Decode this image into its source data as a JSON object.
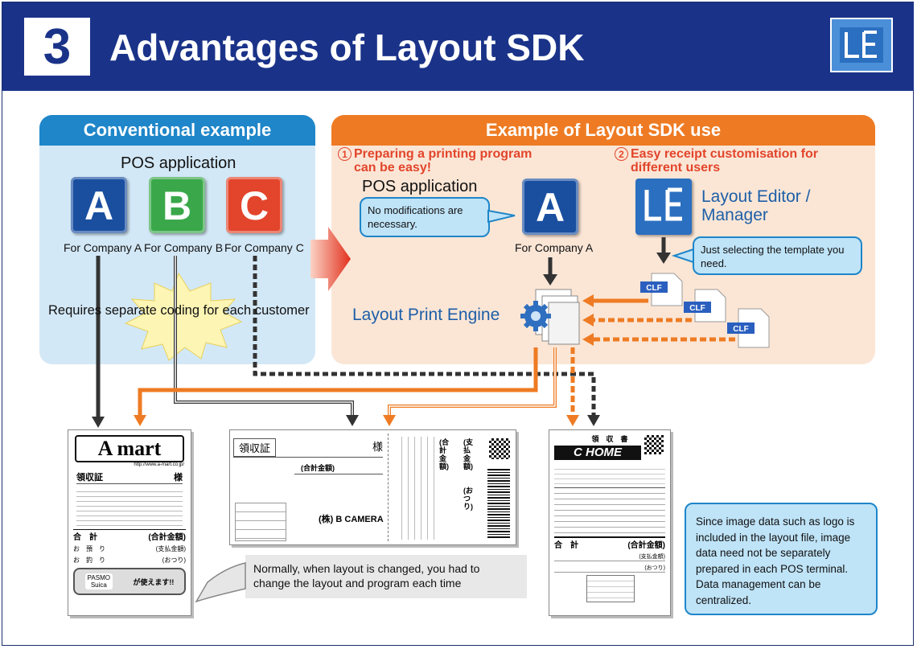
{
  "header": {
    "number": "3",
    "title": "Advantages of Layout SDK",
    "logo_text": "LE"
  },
  "conventional": {
    "title": "Conventional example",
    "pos_label": "POS application",
    "boxes": [
      {
        "letter": "A",
        "label": "For Company A",
        "color": "#1a4fa0"
      },
      {
        "letter": "B",
        "label": "For Company B",
        "color": "#3aa84a"
      },
      {
        "letter": "C",
        "label": "For Company C",
        "color": "#e2452b"
      }
    ],
    "burst_text": "Requires separate coding for each customer"
  },
  "sdk": {
    "title": "Example of Layout SDK use",
    "point1": {
      "num": "1",
      "line1": "Preparing a printing program",
      "line2": "can be easy!"
    },
    "point2": {
      "num": "2",
      "line1": "Easy receipt customisation for",
      "line2": "different users"
    },
    "pos_label": "POS application",
    "bubble1": "No modifications are necessary.",
    "box": {
      "letter": "A",
      "label": "For Company A"
    },
    "editor_line1": "Layout Editor /",
    "editor_line2": "Manager",
    "bubble2": "Just selecting the template you need.",
    "engine": "Layout Print Engine",
    "clf": "CLF"
  },
  "receipt1": {
    "shop": "A mart",
    "url": "http://www.a-mart.co.jp/",
    "heading": "領収証",
    "suffix": "様",
    "total": "合　計",
    "total_label": "(合計金額)",
    "pay": "お　預　り",
    "pay_label": "(支払金額)",
    "change": "お　釣　り",
    "change_label": "(おつり)",
    "pasmo": "PASMO",
    "suica": "Suica",
    "usable": "が使えます!!"
  },
  "receipt2": {
    "heading": "領収証",
    "suffix": "様",
    "total_label": "(合計金額)",
    "company": "(株) B CAMERA",
    "v1": "(合計金額)",
    "v2": "(支払金額)",
    "v3": "(おつり)"
  },
  "receipt3": {
    "heading": "領　収　書",
    "shop": "C HOME",
    "total": "合　計",
    "total_label": "(合計金額)",
    "pay_label": "(支払金額)",
    "change_label": "(おつり)"
  },
  "note": "Normally, when layout is changed, you had to change the layout and program each time",
  "info": "Since image data such as logo is included in the layout file, image data need not be separately prepared in each POS terminal. Data management can be centralized."
}
